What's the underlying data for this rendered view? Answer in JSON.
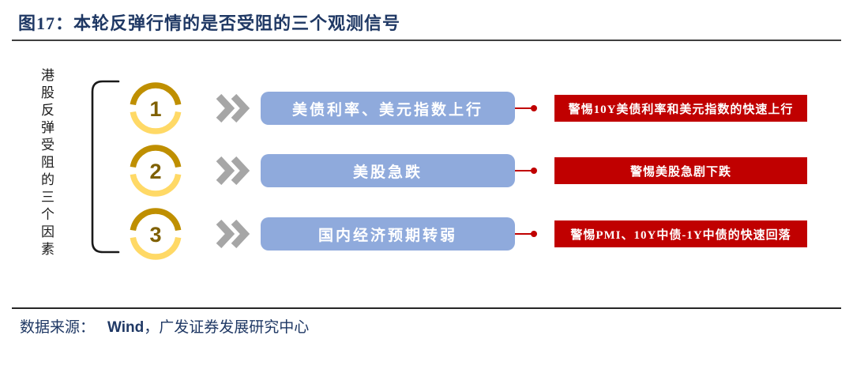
{
  "title": "图17：本轮反弹行情的是否受阻的三个观测信号",
  "side_label": "港股反弹受阻的三个因素",
  "rows": [
    {
      "num": "1",
      "signal": "美债利率、美元指数上行",
      "warning": "警惕10Y美债利率和美元指数的快速上行"
    },
    {
      "num": "2",
      "signal": "美股急跌",
      "warning": "警惕美股急剧下跌"
    },
    {
      "num": "3",
      "signal": "国内经济预期转弱",
      "warning": "警惕PMI、10Y中债-1Y中债的快速回落"
    }
  ],
  "footer": {
    "source_label": "数据来源：",
    "source_wind": "Wind",
    "source_rest": "，广发证券发展研究中心"
  },
  "colors": {
    "title": "#1F3864",
    "rule": "#404040",
    "signal_box": "#8FAADC",
    "warning_box": "#C00000",
    "ring_dark": "#BF8F00",
    "ring_light": "#FFD966",
    "number": "#7F6000",
    "chevron": "#A6A6A6",
    "connector": "#C00000",
    "ink": "#1a1a1a"
  }
}
